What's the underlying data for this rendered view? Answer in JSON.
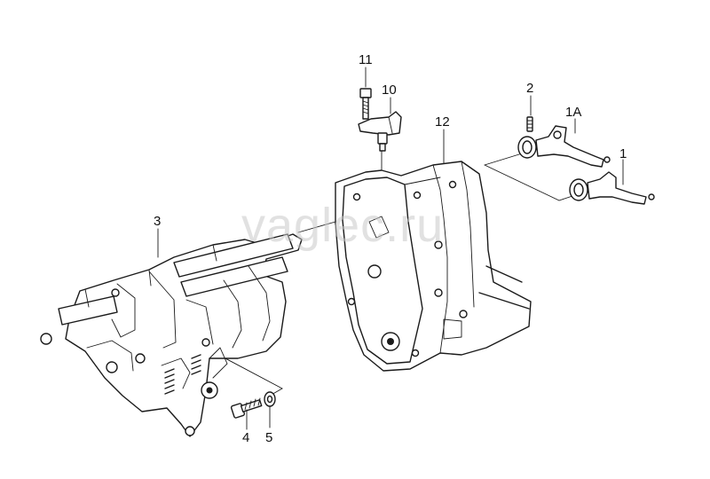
{
  "watermark": "vaglec.ru",
  "callouts": [
    {
      "id": "c11",
      "label": "11"
    },
    {
      "id": "c10",
      "label": "10"
    },
    {
      "id": "c2",
      "label": "2"
    },
    {
      "id": "c1A",
      "label": "1A"
    },
    {
      "id": "c12",
      "label": "12"
    },
    {
      "id": "c1",
      "label": "1"
    },
    {
      "id": "c3",
      "label": "3"
    },
    {
      "id": "c4",
      "label": "4"
    },
    {
      "id": "c5",
      "label": "5"
    }
  ],
  "colors": {
    "line": "#1a1a1a",
    "background": "#ffffff",
    "watermark": "#c9c9c9"
  }
}
